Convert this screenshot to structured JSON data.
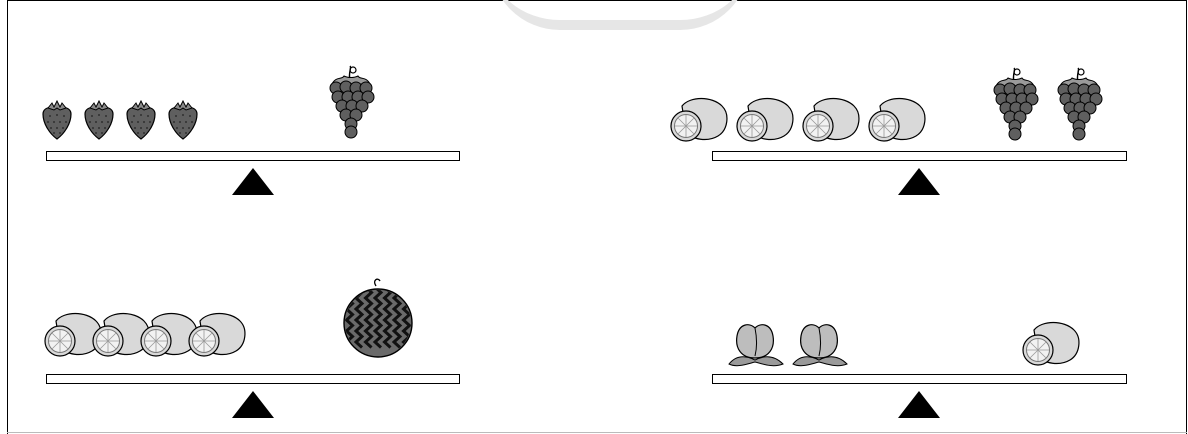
{
  "worksheet": {
    "colors": {
      "outline": "#000000",
      "fruit_gray": "#5f5f5f",
      "lemon_fill": "#d9d9d9",
      "lemon_cut": "#f2f2f2",
      "peach_fill": "#bdbdbd"
    },
    "scales": [
      {
        "id": "scale-1",
        "left_pan": {
          "fruit": "strawberry-icon",
          "count": 4
        },
        "right_pan": {
          "fruit": "grapes-icon",
          "count": 1
        }
      },
      {
        "id": "scale-2",
        "left_pan": {
          "fruit": "lemon-icon",
          "count": 4
        },
        "right_pan": {
          "fruit": "grapes-icon",
          "count": 2
        }
      },
      {
        "id": "scale-3",
        "left_pan": {
          "fruit": "lemon-icon",
          "count": 4
        },
        "right_pan": {
          "fruit": "watermelon-icon",
          "count": 1
        }
      },
      {
        "id": "scale-4",
        "left_pan": {
          "fruit": "peach-icon",
          "count": 2
        },
        "right_pan": {
          "fruit": "lemon-icon",
          "count": 1
        }
      }
    ]
  }
}
